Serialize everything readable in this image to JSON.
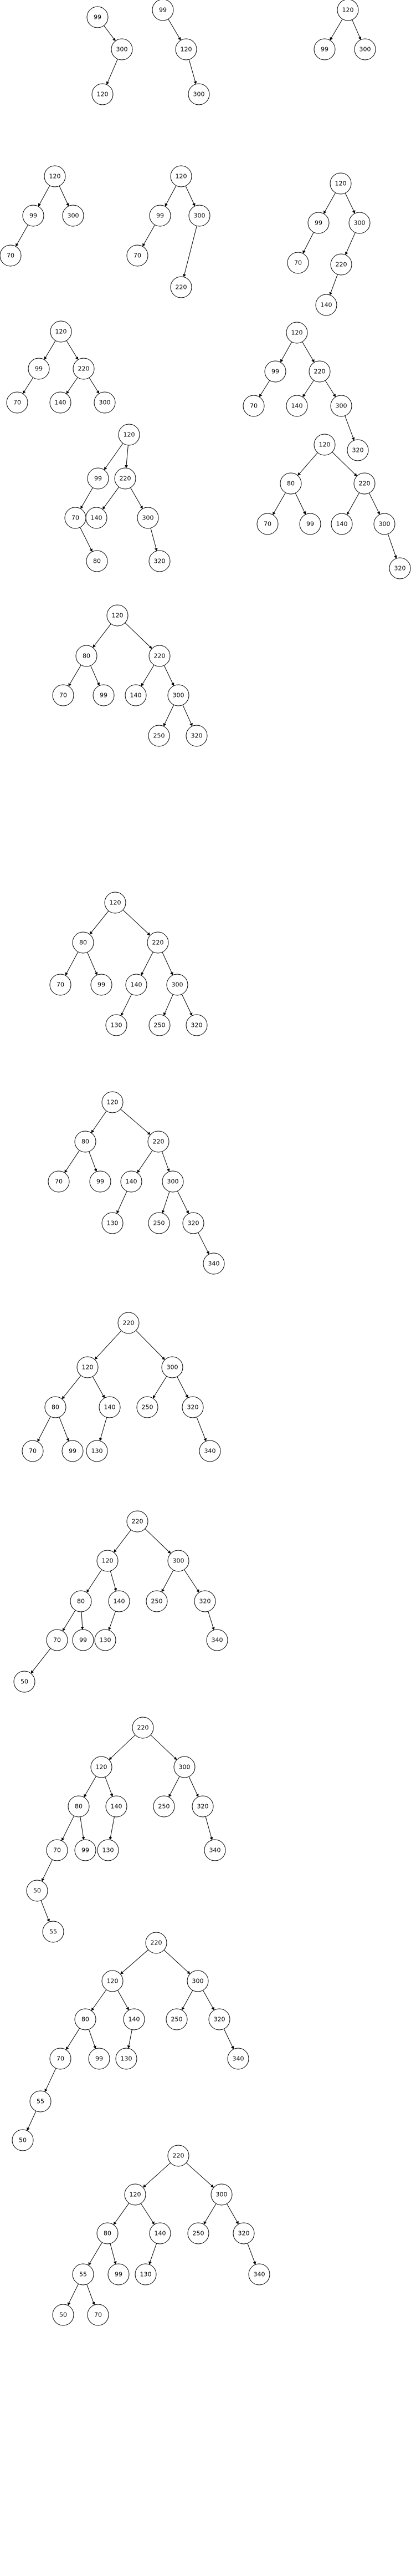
{
  "figure": {
    "description": "Sequence of binary search tree / AVL tree diagrams showing successive insertions and rebalancing",
    "node_color": "#ffffff",
    "stroke_color": "#000000"
  },
  "trees": [
    {
      "nodes": [
        {
          "id": "a",
          "label": "99"
        },
        {
          "id": "b",
          "label": "300"
        },
        {
          "id": "c",
          "label": "120"
        }
      ],
      "edges": [
        [
          "a",
          "b"
        ],
        [
          "b",
          "c"
        ]
      ]
    },
    {
      "nodes": [
        {
          "id": "a",
          "label": "99"
        },
        {
          "id": "b",
          "label": "120"
        },
        {
          "id": "c",
          "label": "300"
        }
      ],
      "edges": [
        [
          "a",
          "b"
        ],
        [
          "b",
          "c"
        ]
      ]
    },
    {
      "nodes": [
        {
          "id": "a",
          "label": "120"
        },
        {
          "id": "b",
          "label": "99"
        },
        {
          "id": "c",
          "label": "300"
        }
      ],
      "edges": [
        [
          "a",
          "b"
        ],
        [
          "a",
          "c"
        ]
      ]
    },
    {
      "nodes": [
        {
          "id": "a",
          "label": "120"
        },
        {
          "id": "b",
          "label": "99"
        },
        {
          "id": "c",
          "label": "300"
        },
        {
          "id": "d",
          "label": "70"
        }
      ],
      "edges": [
        [
          "a",
          "b"
        ],
        [
          "a",
          "c"
        ],
        [
          "b",
          "d"
        ]
      ]
    },
    {
      "nodes": [
        {
          "id": "a",
          "label": "120"
        },
        {
          "id": "b",
          "label": "99"
        },
        {
          "id": "c",
          "label": "300"
        },
        {
          "id": "d",
          "label": "70"
        },
        {
          "id": "e",
          "label": "220"
        }
      ],
      "edges": [
        [
          "a",
          "b"
        ],
        [
          "a",
          "c"
        ],
        [
          "b",
          "d"
        ],
        [
          "c",
          "e"
        ]
      ]
    },
    {
      "nodes": [
        {
          "id": "a",
          "label": "120"
        },
        {
          "id": "b",
          "label": "99"
        },
        {
          "id": "c",
          "label": "300"
        },
        {
          "id": "d",
          "label": "70"
        },
        {
          "id": "e",
          "label": "220"
        },
        {
          "id": "f",
          "label": "140"
        }
      ],
      "edges": [
        [
          "a",
          "b"
        ],
        [
          "a",
          "c"
        ],
        [
          "b",
          "d"
        ],
        [
          "c",
          "e"
        ],
        [
          "e",
          "f"
        ]
      ]
    },
    {
      "nodes": [
        {
          "id": "a",
          "label": "120"
        },
        {
          "id": "b",
          "label": "99"
        },
        {
          "id": "c",
          "label": "220"
        },
        {
          "id": "d",
          "label": "70"
        },
        {
          "id": "e",
          "label": "140"
        },
        {
          "id": "f",
          "label": "300"
        }
      ],
      "edges": [
        [
          "a",
          "b"
        ],
        [
          "a",
          "c"
        ],
        [
          "b",
          "d"
        ],
        [
          "c",
          "e"
        ],
        [
          "c",
          "f"
        ]
      ]
    },
    {
      "nodes": [
        {
          "id": "a",
          "label": "120"
        },
        {
          "id": "b",
          "label": "99"
        },
        {
          "id": "c",
          "label": "220"
        },
        {
          "id": "d",
          "label": "70"
        },
        {
          "id": "e",
          "label": "140"
        },
        {
          "id": "f",
          "label": "300"
        },
        {
          "id": "g",
          "label": "320"
        }
      ],
      "edges": [
        [
          "a",
          "b"
        ],
        [
          "a",
          "c"
        ],
        [
          "b",
          "d"
        ],
        [
          "c",
          "e"
        ],
        [
          "c",
          "f"
        ],
        [
          "f",
          "g"
        ]
      ]
    },
    {
      "nodes": [
        {
          "id": "a",
          "label": "120"
        },
        {
          "id": "b",
          "label": "99"
        },
        {
          "id": "c",
          "label": "220"
        },
        {
          "id": "d",
          "label": "70"
        },
        {
          "id": "e",
          "label": "140"
        },
        {
          "id": "f",
          "label": "300"
        },
        {
          "id": "g",
          "label": "80"
        },
        {
          "id": "h",
          "label": "320"
        }
      ],
      "edges": [
        [
          "a",
          "b"
        ],
        [
          "a",
          "c"
        ],
        [
          "b",
          "d"
        ],
        [
          "c",
          "e"
        ],
        [
          "c",
          "f"
        ],
        [
          "d",
          "g"
        ],
        [
          "f",
          "h"
        ]
      ]
    },
    {
      "nodes": [
        {
          "id": "a",
          "label": "120"
        },
        {
          "id": "b",
          "label": "80"
        },
        {
          "id": "c",
          "label": "220"
        },
        {
          "id": "d",
          "label": "70"
        },
        {
          "id": "e",
          "label": "99"
        },
        {
          "id": "f",
          "label": "140"
        },
        {
          "id": "g",
          "label": "300"
        },
        {
          "id": "h",
          "label": "320"
        }
      ],
      "edges": [
        [
          "a",
          "b"
        ],
        [
          "a",
          "c"
        ],
        [
          "b",
          "d"
        ],
        [
          "b",
          "e"
        ],
        [
          "c",
          "f"
        ],
        [
          "c",
          "g"
        ],
        [
          "g",
          "h"
        ]
      ]
    },
    {
      "nodes": [
        {
          "id": "a",
          "label": "120"
        },
        {
          "id": "b",
          "label": "80"
        },
        {
          "id": "c",
          "label": "220"
        },
        {
          "id": "d",
          "label": "70"
        },
        {
          "id": "e",
          "label": "99"
        },
        {
          "id": "f",
          "label": "140"
        },
        {
          "id": "g",
          "label": "300"
        },
        {
          "id": "h",
          "label": "250"
        },
        {
          "id": "i",
          "label": "320"
        }
      ],
      "edges": [
        [
          "a",
          "b"
        ],
        [
          "a",
          "c"
        ],
        [
          "b",
          "d"
        ],
        [
          "b",
          "e"
        ],
        [
          "c",
          "f"
        ],
        [
          "c",
          "g"
        ],
        [
          "g",
          "h"
        ],
        [
          "g",
          "i"
        ]
      ]
    },
    {
      "nodes": [
        {
          "id": "a",
          "label": "120"
        },
        {
          "id": "b",
          "label": "80"
        },
        {
          "id": "c",
          "label": "220"
        },
        {
          "id": "d",
          "label": "70"
        },
        {
          "id": "e",
          "label": "99"
        },
        {
          "id": "f",
          "label": "140"
        },
        {
          "id": "g",
          "label": "300"
        },
        {
          "id": "h",
          "label": "130"
        },
        {
          "id": "i",
          "label": "250"
        },
        {
          "id": "j",
          "label": "320"
        }
      ],
      "edges": [
        [
          "a",
          "b"
        ],
        [
          "a",
          "c"
        ],
        [
          "b",
          "d"
        ],
        [
          "b",
          "e"
        ],
        [
          "c",
          "f"
        ],
        [
          "c",
          "g"
        ],
        [
          "f",
          "h"
        ],
        [
          "g",
          "i"
        ],
        [
          "g",
          "j"
        ]
      ]
    },
    {
      "nodes": [
        {
          "id": "a",
          "label": "120"
        },
        {
          "id": "b",
          "label": "80"
        },
        {
          "id": "c",
          "label": "220"
        },
        {
          "id": "d",
          "label": "70"
        },
        {
          "id": "e",
          "label": "99"
        },
        {
          "id": "f",
          "label": "140"
        },
        {
          "id": "g",
          "label": "300"
        },
        {
          "id": "h",
          "label": "130"
        },
        {
          "id": "i",
          "label": "250"
        },
        {
          "id": "j",
          "label": "320"
        },
        {
          "id": "k",
          "label": "340"
        }
      ],
      "edges": [
        [
          "a",
          "b"
        ],
        [
          "a",
          "c"
        ],
        [
          "b",
          "d"
        ],
        [
          "b",
          "e"
        ],
        [
          "c",
          "f"
        ],
        [
          "c",
          "g"
        ],
        [
          "f",
          "h"
        ],
        [
          "g",
          "i"
        ],
        [
          "g",
          "j"
        ],
        [
          "j",
          "k"
        ]
      ]
    },
    {
      "nodes": [
        {
          "id": "a",
          "label": "220"
        },
        {
          "id": "b",
          "label": "120"
        },
        {
          "id": "c",
          "label": "300"
        },
        {
          "id": "d",
          "label": "80"
        },
        {
          "id": "e",
          "label": "140"
        },
        {
          "id": "f",
          "label": "250"
        },
        {
          "id": "g",
          "label": "320"
        },
        {
          "id": "h",
          "label": "70"
        },
        {
          "id": "i",
          "label": "99"
        },
        {
          "id": "j",
          "label": "130"
        },
        {
          "id": "k",
          "label": "340"
        }
      ],
      "edges": [
        [
          "a",
          "b"
        ],
        [
          "a",
          "c"
        ],
        [
          "b",
          "d"
        ],
        [
          "b",
          "e"
        ],
        [
          "c",
          "f"
        ],
        [
          "c",
          "g"
        ],
        [
          "d",
          "h"
        ],
        [
          "d",
          "i"
        ],
        [
          "e",
          "j"
        ],
        [
          "g",
          "k"
        ]
      ]
    },
    {
      "nodes": [
        {
          "id": "a",
          "label": "220"
        },
        {
          "id": "b",
          "label": "120"
        },
        {
          "id": "c",
          "label": "300"
        },
        {
          "id": "d",
          "label": "80"
        },
        {
          "id": "e",
          "label": "140"
        },
        {
          "id": "f",
          "label": "250"
        },
        {
          "id": "g",
          "label": "320"
        },
        {
          "id": "h",
          "label": "70"
        },
        {
          "id": "i",
          "label": "99"
        },
        {
          "id": "j",
          "label": "130"
        },
        {
          "id": "k",
          "label": "340"
        },
        {
          "id": "l",
          "label": "50"
        }
      ],
      "edges": [
        [
          "a",
          "b"
        ],
        [
          "a",
          "c"
        ],
        [
          "b",
          "d"
        ],
        [
          "b",
          "e"
        ],
        [
          "c",
          "f"
        ],
        [
          "c",
          "g"
        ],
        [
          "d",
          "h"
        ],
        [
          "d",
          "i"
        ],
        [
          "e",
          "j"
        ],
        [
          "g",
          "k"
        ],
        [
          "h",
          "l"
        ]
      ]
    },
    {
      "nodes": [
        {
          "id": "a",
          "label": "220"
        },
        {
          "id": "b",
          "label": "120"
        },
        {
          "id": "c",
          "label": "300"
        },
        {
          "id": "d",
          "label": "80"
        },
        {
          "id": "e",
          "label": "140"
        },
        {
          "id": "f",
          "label": "250"
        },
        {
          "id": "g",
          "label": "320"
        },
        {
          "id": "h",
          "label": "70"
        },
        {
          "id": "i",
          "label": "99"
        },
        {
          "id": "j",
          "label": "130"
        },
        {
          "id": "k",
          "label": "340"
        },
        {
          "id": "l",
          "label": "50"
        },
        {
          "id": "m",
          "label": "55"
        }
      ],
      "edges": [
        [
          "a",
          "b"
        ],
        [
          "a",
          "c"
        ],
        [
          "b",
          "d"
        ],
        [
          "b",
          "e"
        ],
        [
          "c",
          "f"
        ],
        [
          "c",
          "g"
        ],
        [
          "d",
          "h"
        ],
        [
          "d",
          "i"
        ],
        [
          "e",
          "j"
        ],
        [
          "g",
          "k"
        ],
        [
          "h",
          "l"
        ],
        [
          "l",
          "m"
        ]
      ]
    },
    {
      "nodes": [
        {
          "id": "a",
          "label": "220"
        },
        {
          "id": "b",
          "label": "120"
        },
        {
          "id": "c",
          "label": "300"
        },
        {
          "id": "d",
          "label": "80"
        },
        {
          "id": "e",
          "label": "140"
        },
        {
          "id": "f",
          "label": "250"
        },
        {
          "id": "g",
          "label": "320"
        },
        {
          "id": "h",
          "label": "70"
        },
        {
          "id": "i",
          "label": "99"
        },
        {
          "id": "j",
          "label": "130"
        },
        {
          "id": "k",
          "label": "340"
        },
        {
          "id": "l",
          "label": "55"
        },
        {
          "id": "m",
          "label": "50"
        }
      ],
      "edges": [
        [
          "a",
          "b"
        ],
        [
          "a",
          "c"
        ],
        [
          "b",
          "d"
        ],
        [
          "b",
          "e"
        ],
        [
          "c",
          "f"
        ],
        [
          "c",
          "g"
        ],
        [
          "d",
          "h"
        ],
        [
          "d",
          "i"
        ],
        [
          "e",
          "j"
        ],
        [
          "g",
          "k"
        ],
        [
          "h",
          "l"
        ],
        [
          "l",
          "m"
        ]
      ]
    },
    {
      "nodes": [
        {
          "id": "a",
          "label": "220"
        },
        {
          "id": "b",
          "label": "120"
        },
        {
          "id": "c",
          "label": "300"
        },
        {
          "id": "d",
          "label": "80"
        },
        {
          "id": "e",
          "label": "140"
        },
        {
          "id": "f",
          "label": "250"
        },
        {
          "id": "g",
          "label": "320"
        },
        {
          "id": "h",
          "label": "55"
        },
        {
          "id": "i",
          "label": "99"
        },
        {
          "id": "j",
          "label": "130"
        },
        {
          "id": "k",
          "label": "340"
        },
        {
          "id": "l",
          "label": "50"
        },
        {
          "id": "m",
          "label": "70"
        }
      ],
      "edges": [
        [
          "a",
          "b"
        ],
        [
          "a",
          "c"
        ],
        [
          "b",
          "d"
        ],
        [
          "b",
          "e"
        ],
        [
          "c",
          "f"
        ],
        [
          "c",
          "g"
        ],
        [
          "d",
          "h"
        ],
        [
          "d",
          "i"
        ],
        [
          "e",
          "j"
        ],
        [
          "g",
          "k"
        ],
        [
          "h",
          "l"
        ],
        [
          "h",
          "m"
        ]
      ]
    }
  ]
}
